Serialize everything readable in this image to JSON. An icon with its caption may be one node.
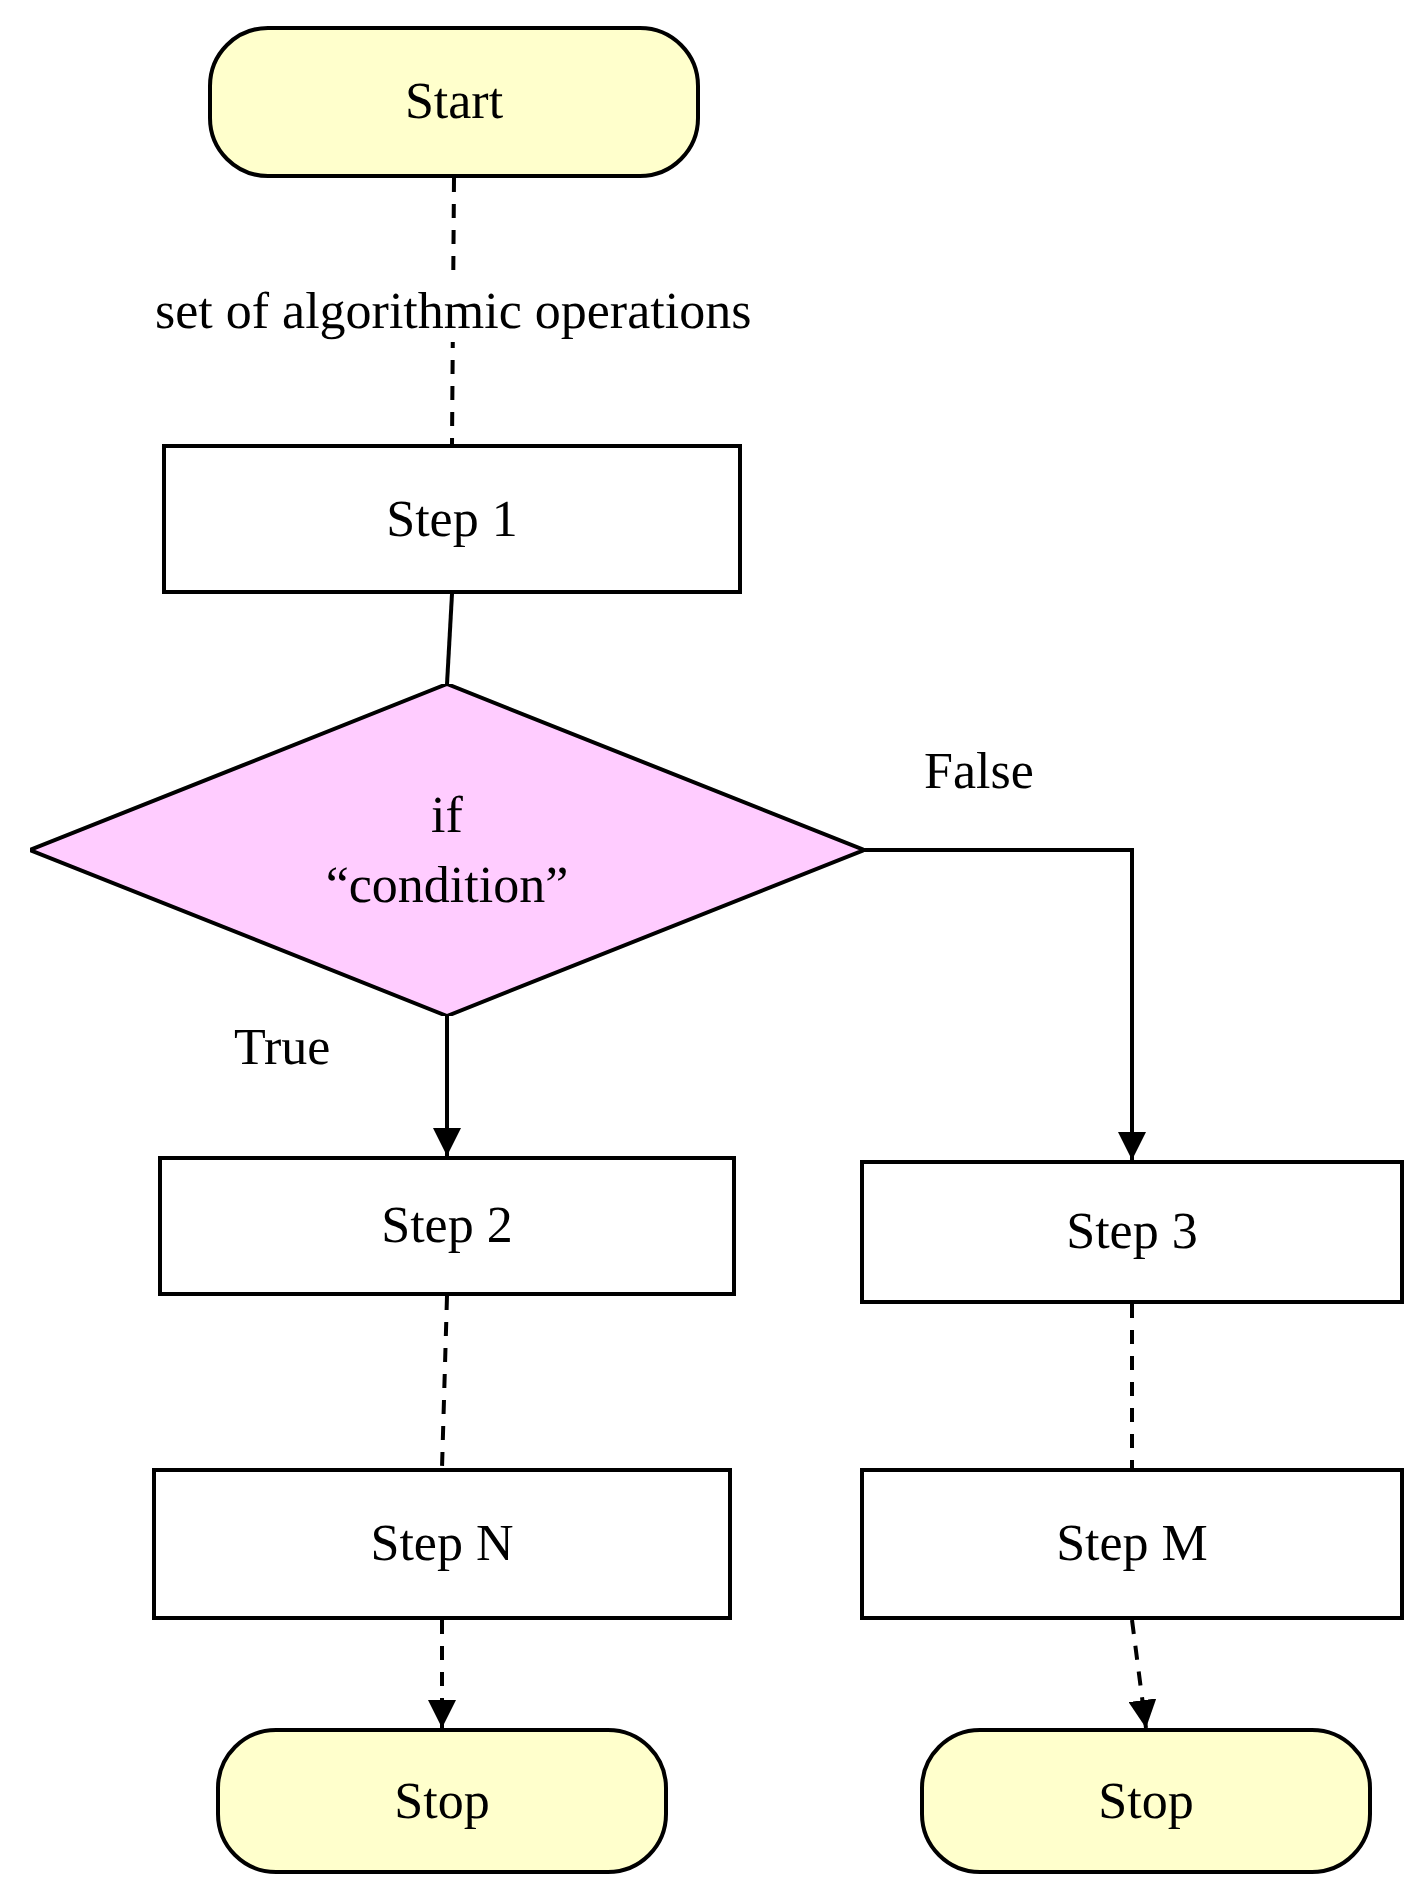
{
  "diagram": {
    "nodes": [
      {
        "text": [
          "Start"
        ]
      },
      {
        "text": [
          "Step 1"
        ]
      },
      {
        "text": [
          "if “condition”"
        ]
      },
      {
        "text": [
          "Step 2"
        ]
      },
      {
        "text": [
          "Step 3"
        ]
      },
      {
        "text": [
          "Step N"
        ]
      },
      {
        "text": [
          "Step M"
        ]
      },
      {
        "text": [
          "Stop"
        ]
      },
      {
        "text": [
          "Stop"
        ]
      }
    ],
    "edges": [
      {
        "from": 0,
        "to": 1,
        "arrow": "none",
        "style": "dashed",
        "label": "set of algorithmic operations"
      },
      {
        "from": 1,
        "to": 2,
        "arrow": "none"
      },
      {
        "from": 2,
        "to": 3,
        "arrow": "to",
        "label": "True"
      },
      {
        "from": 2,
        "to": 4,
        "arrow": "to",
        "label": "False"
      },
      {
        "from": 3,
        "to": 5,
        "arrow": "none",
        "style": "dashed"
      },
      {
        "from": 4,
        "to": 6,
        "arrow": "none",
        "style": "dashed"
      },
      {
        "from": 5,
        "to": 7,
        "arrow": "to",
        "style": "dashed"
      },
      {
        "from": 6,
        "to": 8,
        "arrow": "to",
        "style": "dashed"
      }
    ]
  }
}
